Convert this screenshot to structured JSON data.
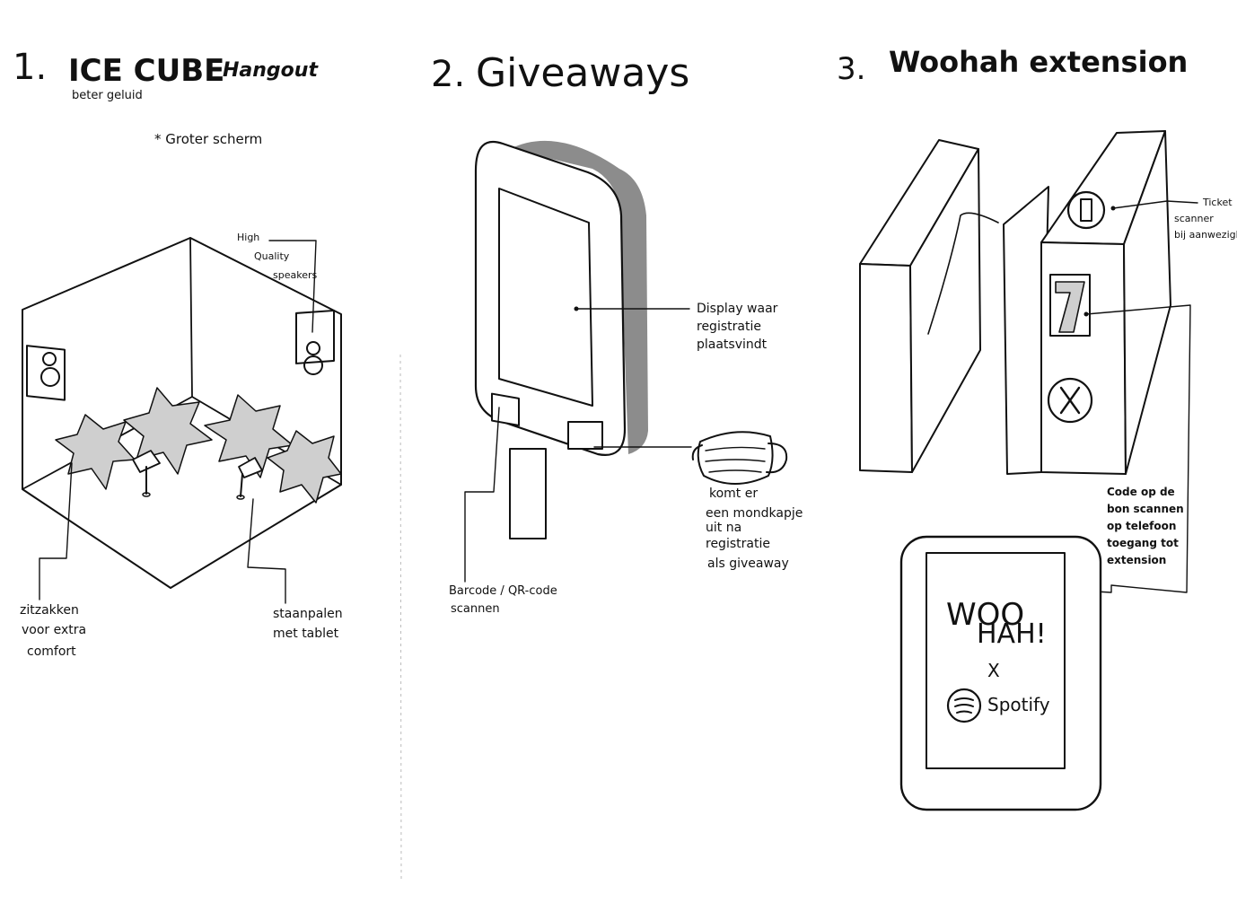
{
  "section1": {
    "number": "1.",
    "title": "ICE CUBE",
    "title_suffix": "Hangout",
    "note_sound": "beter geluid",
    "note_screen": "* Groter scherm",
    "label_speakers": [
      "High",
      "Quality",
      "speakers"
    ],
    "label_beanbags": [
      "zitzakken",
      "voor extra",
      "comfort"
    ],
    "label_poles": [
      "staanpalen",
      "met tablet"
    ]
  },
  "section2": {
    "number": "2.",
    "title": "Giveaways",
    "label_display": [
      "Display waar",
      "registratie",
      "plaatsvindt"
    ],
    "label_mask": [
      "komt er",
      "een mondkapje",
      "uit na",
      "registratie",
      "als giveaway"
    ],
    "label_scan": [
      "Barcode / QR-code",
      "scannen"
    ]
  },
  "section3": {
    "number": "3.",
    "title": "Woohah extension",
    "label_ticket": [
      "Ticket",
      "scanner",
      "bij aanwezigheid"
    ],
    "label_code": [
      "Code op de",
      "bon scannen",
      "op telefoon",
      "toegang tot",
      "extension"
    ],
    "screen_text": [
      "WOO",
      "HAH!",
      "X",
      "Spotify"
    ]
  }
}
